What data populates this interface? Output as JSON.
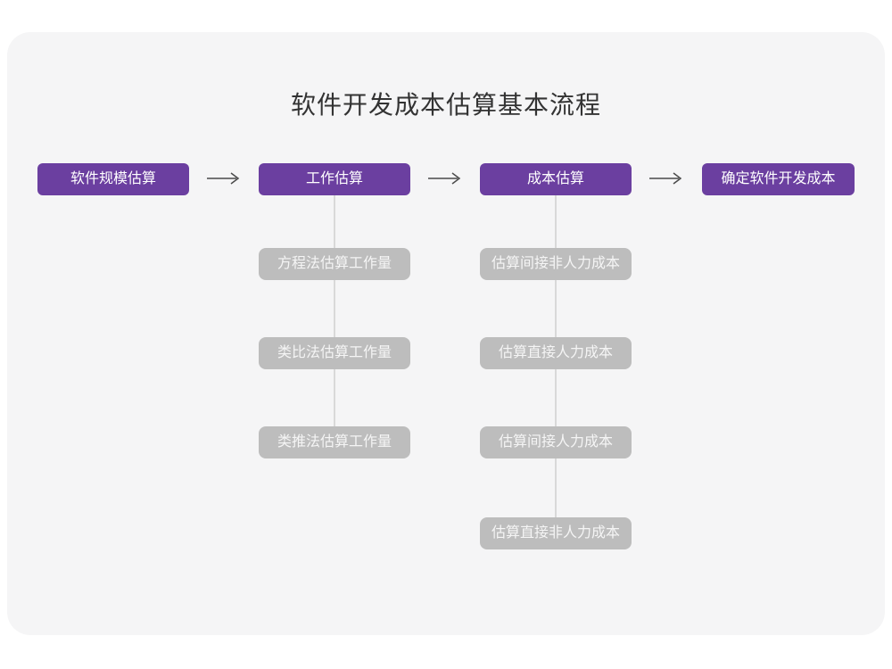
{
  "diagram": {
    "title": "软件开发成本估算基本流程",
    "steps": [
      "软件规模估算",
      "工作估算",
      "成本估算",
      "确定软件开发成本"
    ],
    "work_estimation_methods": [
      "方程法估算工作量",
      "类比法估算工作量",
      "类推法估算工作量"
    ],
    "cost_estimation_items": [
      "估算间接非人力成本",
      "估算直接人力成本",
      "估算间接人力成本",
      "估算直接非人力成本"
    ],
    "colors": {
      "step_background": "#6b3fa0",
      "step_text": "#ffffff",
      "sub_background": "#bdbdbd",
      "sub_text": "#f5f5f5",
      "card_background": "#f5f5f6",
      "connector": "#d9d9d9",
      "arrow": "#4a4a4a",
      "title_text": "#333333"
    }
  }
}
